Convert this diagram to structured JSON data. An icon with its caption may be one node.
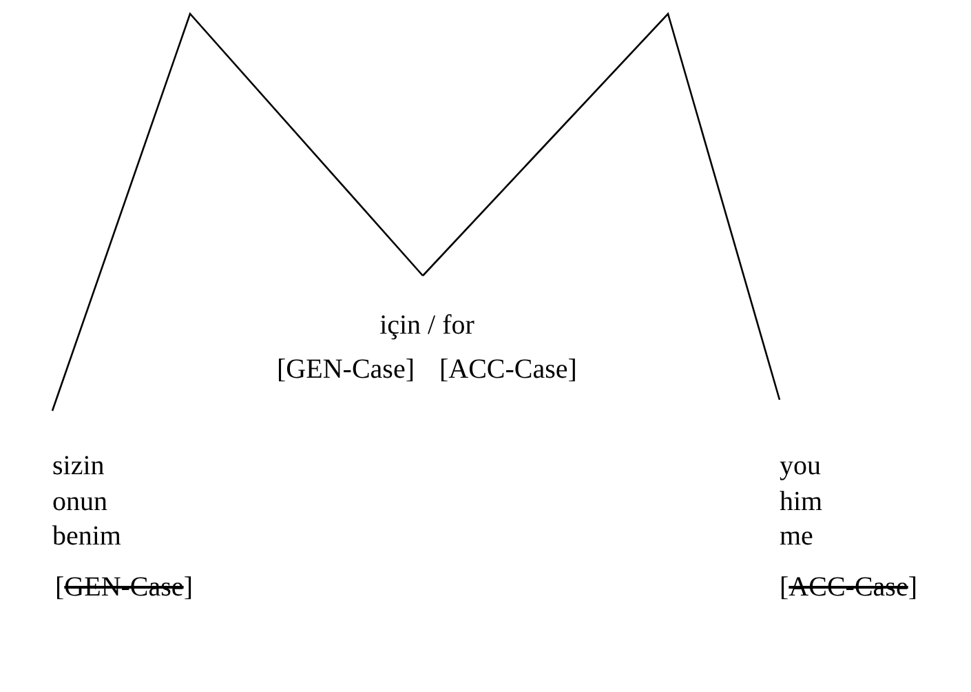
{
  "diagram": {
    "nodes": [
      {
        "text": [
          "için / for",
          "[GEN-Case]",
          "[ACC-Case]"
        ]
      },
      {
        "text": [
          "sizin",
          "onun",
          "benim"
        ]
      },
      {
        "text": [
          "you",
          "him",
          "me"
        ]
      }
    ],
    "edges": [
      {
        "from": 1,
        "to": 0,
        "arrow": "none"
      },
      {
        "from": 0,
        "to": 2,
        "arrow": "none"
      }
    ],
    "labels": [
      "[GEN-Case]",
      "[ACC-Case]"
    ]
  }
}
